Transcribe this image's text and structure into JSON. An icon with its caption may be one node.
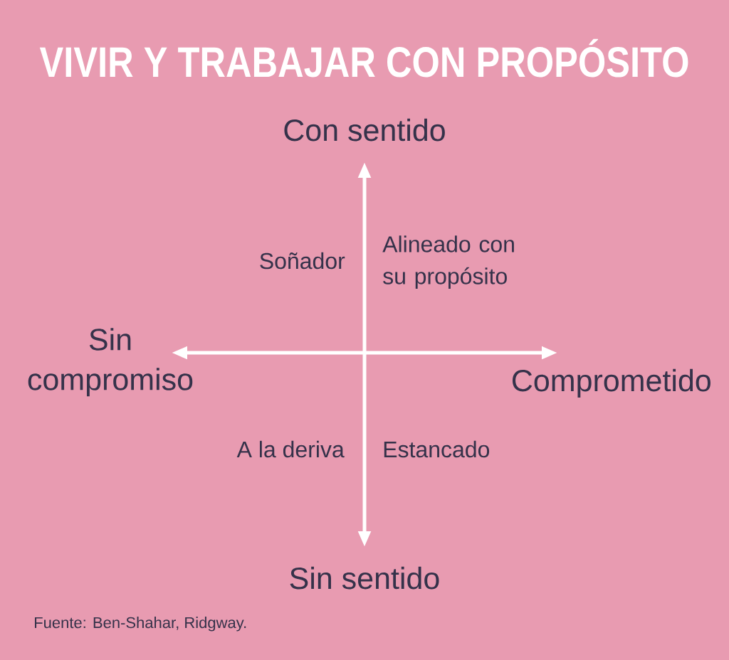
{
  "diagram": {
    "title": "VIVIR Y TRABAJAR CON PROPÓSITO",
    "labels": [
      "Con sentido",
      "Soñador",
      "Alineado con su propósito",
      "Sin compromiso",
      "Comprometido",
      "A la deriva",
      "Estancado",
      "Sin sentido",
      "Fuente: Ben-Shahar, Ridgway."
    ]
  }
}
